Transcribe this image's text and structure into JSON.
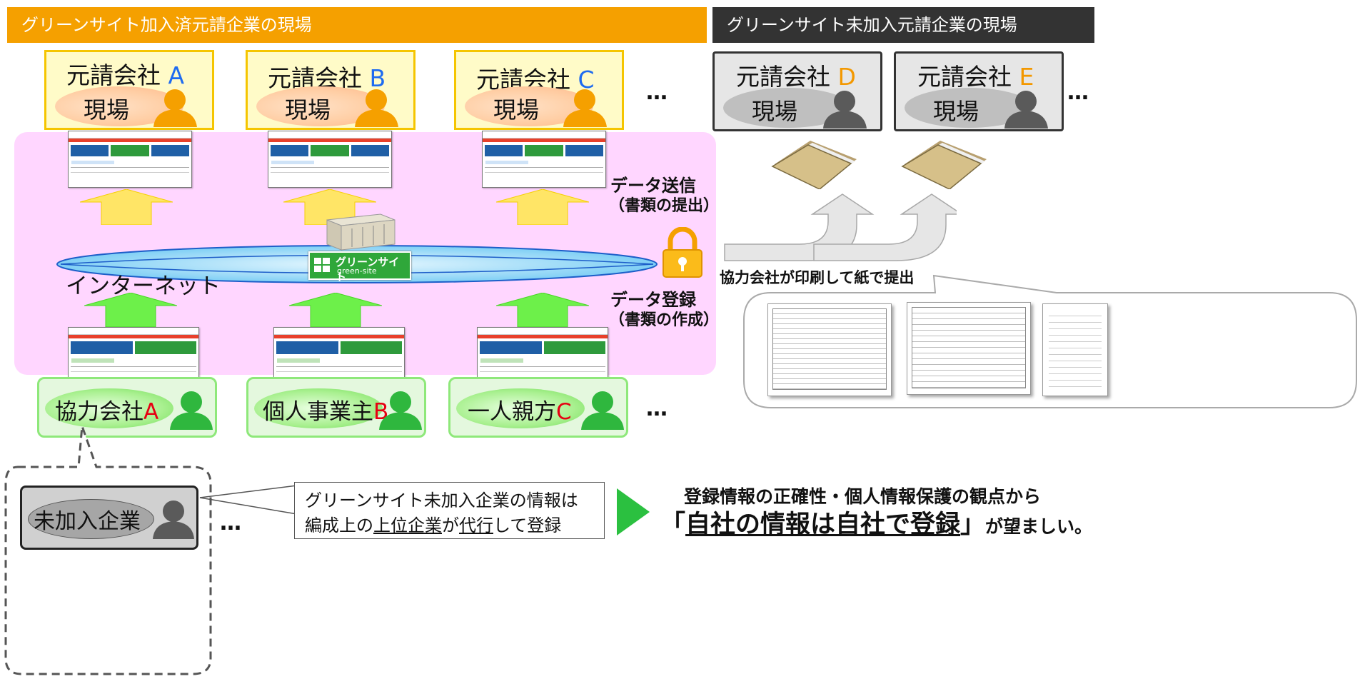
{
  "header_joined": "グリーンサイト加入済元請企業の現場",
  "header_not_joined": "グリーンサイト未加入元請企業の現場",
  "company_prefix": "元請会社",
  "genba_label": "現場",
  "contractors": [
    {
      "letter": "A",
      "color": "#1e6bf0"
    },
    {
      "letter": "B",
      "color": "#1e6bf0"
    },
    {
      "letter": "C",
      "color": "#1e6bf0"
    },
    {
      "letter": "D",
      "color": "#f39800"
    },
    {
      "letter": "E",
      "color": "#f39800"
    }
  ],
  "ellipsis": "…",
  "data_send": "データ送信",
  "data_send_sub": "（書類の提出）",
  "data_register": "データ登録",
  "data_register_sub": "（書類の作成）",
  "internet": "インターネット",
  "greensite_logo": "グリーンサイト",
  "greensite_logo_en": "green-site",
  "paper_submit": "協力会社が印刷して紙で提出",
  "subcontractors": [
    {
      "name": "協力会社",
      "letter": "A"
    },
    {
      "name": "個人事業主",
      "letter": "B"
    },
    {
      "name": "一人親方",
      "letter": "C"
    }
  ],
  "unjoined_company": "未加入企業",
  "proxy_note_line1": "グリーンサイト未加入企業の情報は",
  "proxy_note_line2_pre": "編成上の",
  "proxy_note_line2_u1": "上位企業",
  "proxy_note_line2_mid": "が",
  "proxy_note_line2_u2": "代行",
  "proxy_note_line2_post": "して登録",
  "conclusion_line1": "登録情報の正確性・個人情報保護の観点から",
  "conclusion_open": "「",
  "conclusion_main": "自社の情報は自社で登録",
  "conclusion_close": "」",
  "conclusion_tail": "が望ましい。",
  "colors": {
    "orange_header": "#f5a000",
    "dark_header": "#333333",
    "pink_band": "#ffd6ff",
    "green_arrow": "#6df04a",
    "yellow_arrow": "#ffe566",
    "green_triangle": "#2bc040"
  }
}
